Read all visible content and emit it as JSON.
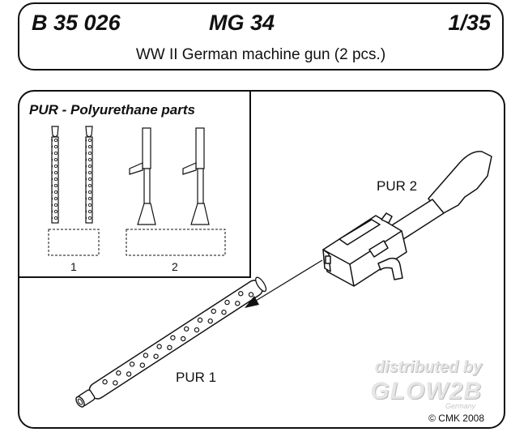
{
  "header": {
    "code": "B 35 026",
    "model": "MG 34",
    "scale": "1/35",
    "subtitle": "WW II German machine gun (2 pcs.)"
  },
  "parts_panel": {
    "title": "PUR - Polyurethane parts",
    "part_numbers": [
      "1",
      "2"
    ]
  },
  "labels": {
    "pur1": "PUR 1",
    "pur2": "PUR 2"
  },
  "watermark": {
    "distributed": "distributed by",
    "logo": "GLOW2B",
    "logo_sub": "Germany"
  },
  "copyright": "© CMK 2008"
}
